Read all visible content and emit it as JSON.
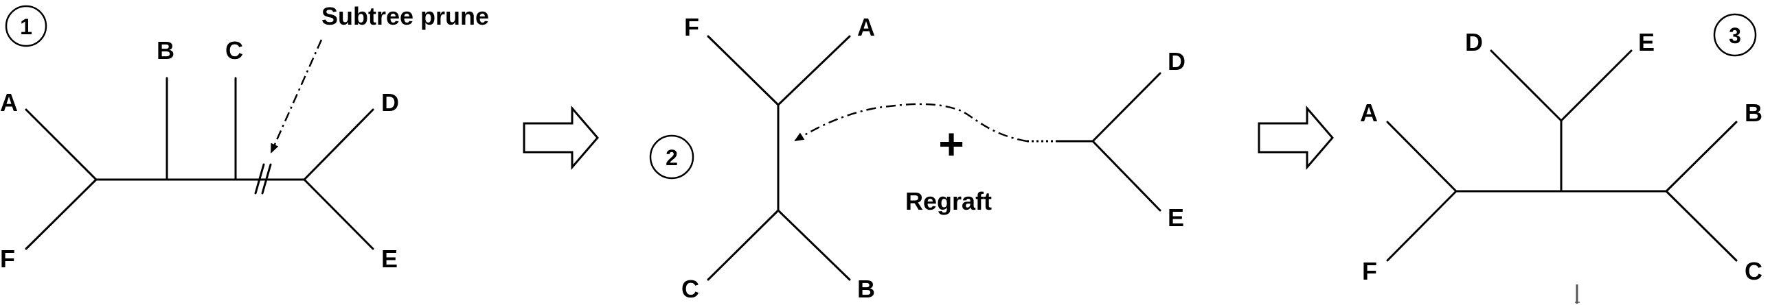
{
  "panel1": {
    "step": "1",
    "labels": {
      "A": "A",
      "B": "B",
      "C": "C",
      "D": "D",
      "E": "E",
      "F": "F"
    },
    "annotation": "Subtree prune"
  },
  "panel2": {
    "step": "2",
    "labels": {
      "F": "F",
      "A": "A",
      "C": "C",
      "B": "B",
      "D": "D",
      "E": "E"
    },
    "plus": "+",
    "annotation": "Regraft"
  },
  "panel3": {
    "step": "3",
    "labels": {
      "D": "D",
      "E": "E",
      "A": "A",
      "B": "B",
      "F": "F",
      "C": "C"
    }
  }
}
